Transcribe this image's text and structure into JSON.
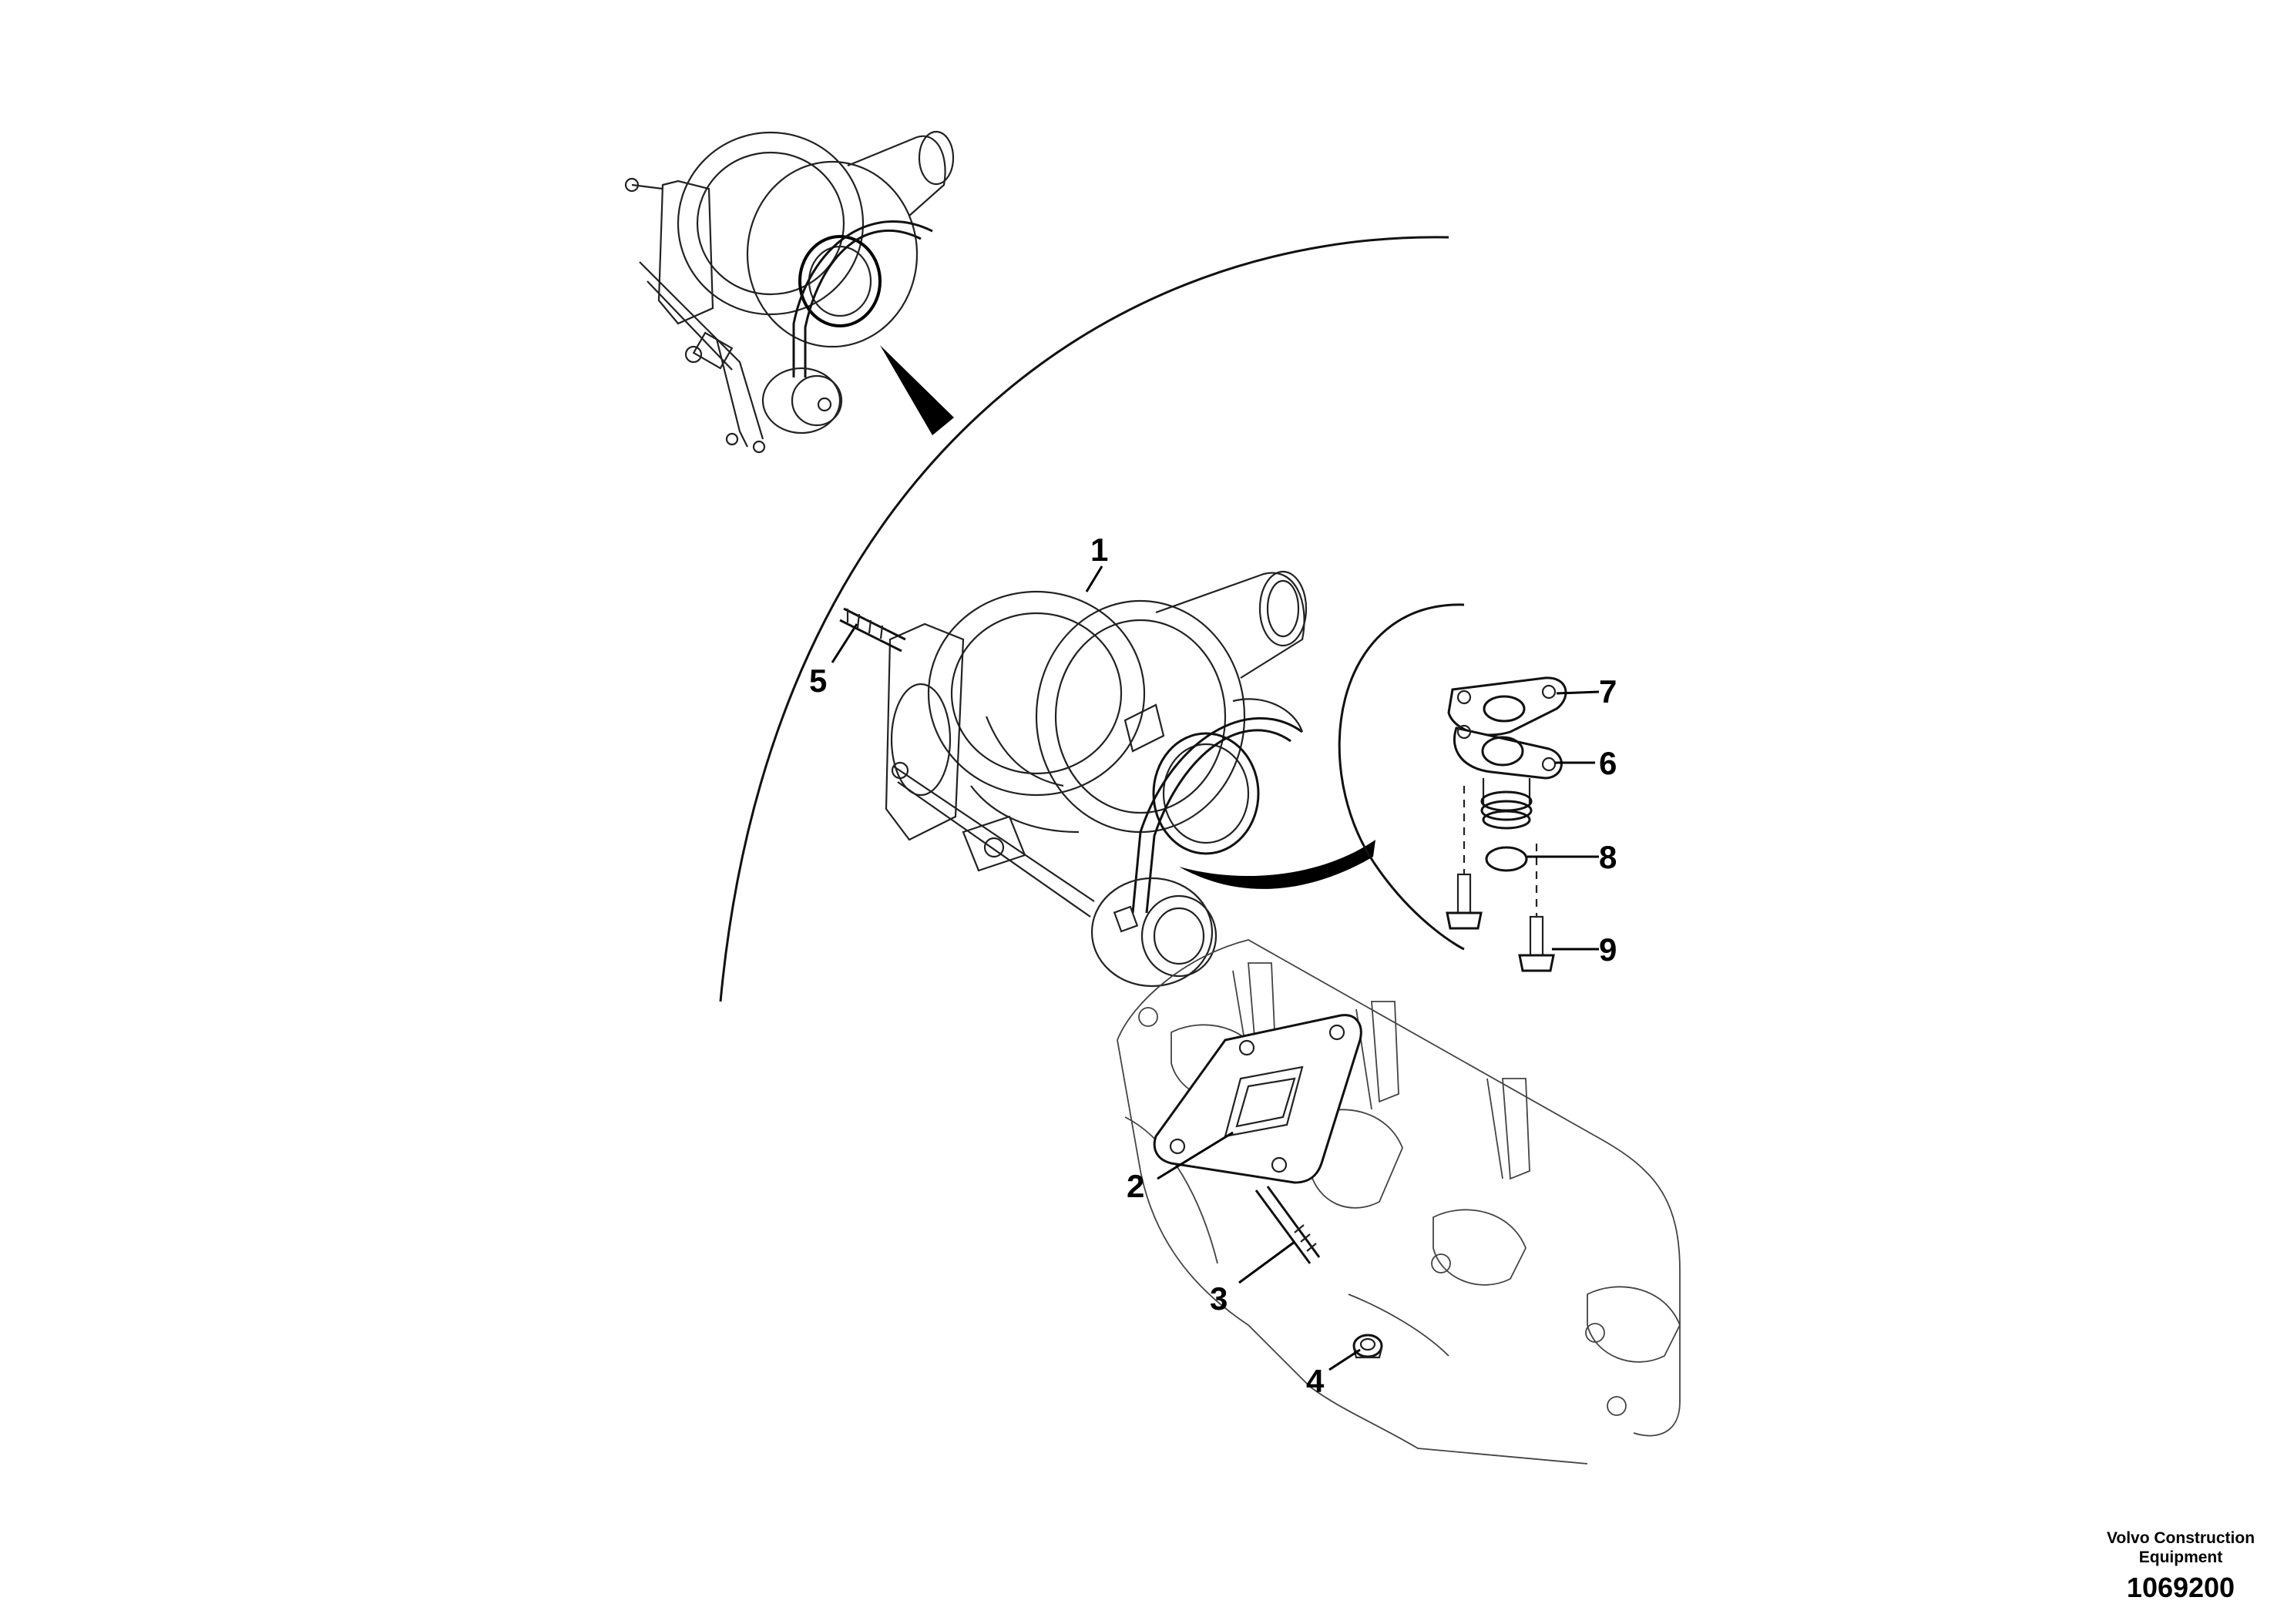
{
  "callouts": [
    {
      "id": "1",
      "label": "1"
    },
    {
      "id": "2",
      "label": "2"
    },
    {
      "id": "3",
      "label": "3"
    },
    {
      "id": "4",
      "label": "4"
    },
    {
      "id": "5",
      "label": "5"
    },
    {
      "id": "6",
      "label": "6"
    },
    {
      "id": "7",
      "label": "7"
    },
    {
      "id": "8",
      "label": "8"
    },
    {
      "id": "9",
      "label": "9"
    }
  ],
  "footer": {
    "brand_line1": "Volvo Construction",
    "brand_line2": "Equipment",
    "drawing_number": "1069200"
  }
}
